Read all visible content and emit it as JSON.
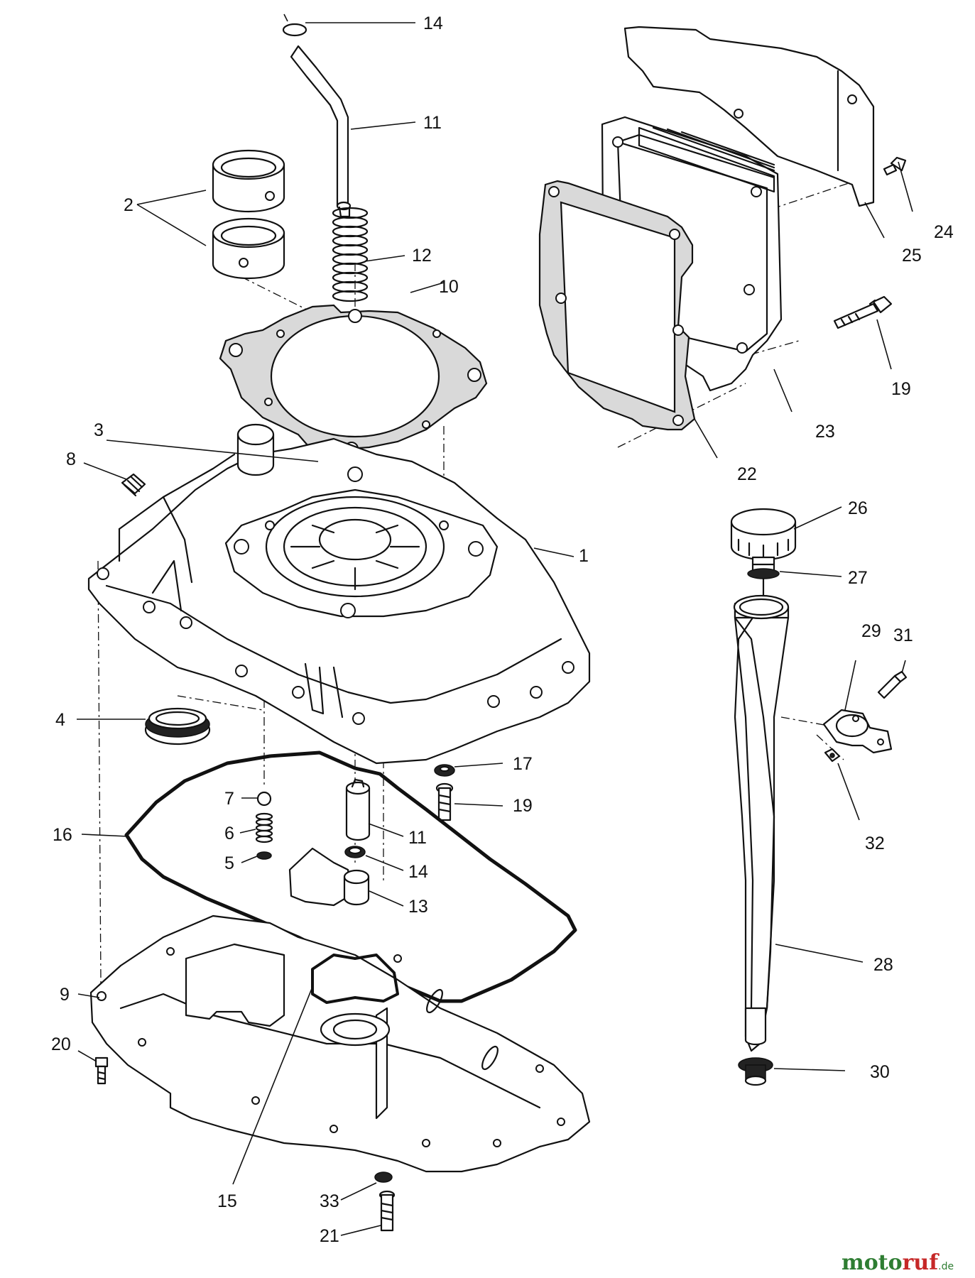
{
  "callouts": {
    "c14_top": "14",
    "c11_top": "11",
    "c2": "2",
    "c12": "12",
    "c10": "10",
    "c3": "3",
    "c8": "8",
    "c1": "1",
    "c4": "4",
    "c17": "17",
    "c19_bottom": "19",
    "c7": "7",
    "c6": "6",
    "c16": "16",
    "c5": "5",
    "c11_bottom": "11",
    "c14_bottom": "14",
    "c13": "13",
    "c9": "9",
    "c20": "20",
    "c15": "15",
    "c33": "33",
    "c21": "21",
    "c24": "24",
    "c25": "25",
    "c19_top": "19",
    "c23": "23",
    "c22": "22",
    "c26": "26",
    "c27": "27",
    "c29": "29",
    "c31": "31",
    "c32": "32",
    "c28": "28",
    "c30": "30"
  },
  "watermark": {
    "part1": "moto",
    "part2": "ruf",
    "suffix": ".de"
  },
  "colors": {
    "ink": "#111111",
    "watermark_green": "#2e7d32",
    "watermark_red": "#c62828"
  }
}
